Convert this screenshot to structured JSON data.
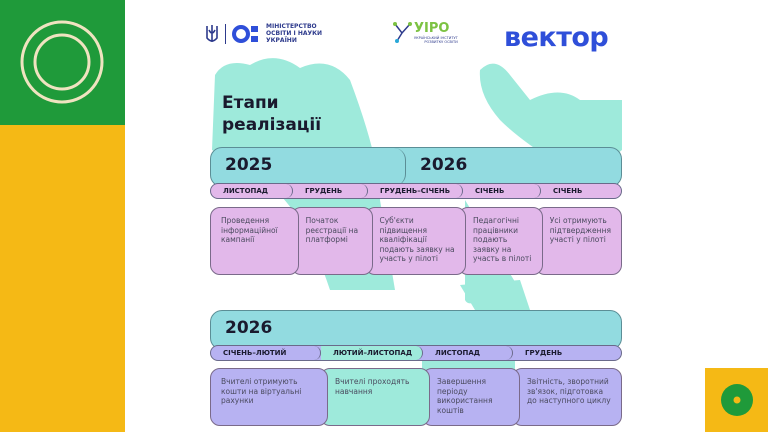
{
  "header": {
    "ministry": [
      "МІНІСТЕРСТВО",
      "ОСВІТИ І НАУКИ",
      "УКРАЇНИ"
    ],
    "uipo": "УІРО",
    "uipo_sub": [
      "УКРАЇНСЬКИЙ ІНСТИТУТ",
      "РОЗВИТКУ ОСВІТИ"
    ],
    "vektor": "вектор"
  },
  "title": "Етапи реалізації",
  "row1": {
    "years": [
      "2025",
      "2026"
    ],
    "months": [
      "ЛИСТОПАД",
      "ГРУДЕНЬ",
      "ГРУДЕНЬ–СІЧЕНЬ",
      "СІЧЕНЬ",
      "СІЧЕНЬ"
    ],
    "cards": [
      "Проведення інформаційної кампанії",
      "Початок реєстрації на платформі",
      "Суб'єкти підвищення кваліфікації подають заявку на участь у пілоті",
      "Педагогічні працівники подають заявку на участь в пілоті",
      "Усі отримують підтвердження участі у пілоті"
    ]
  },
  "row2": {
    "year": "2026",
    "months": [
      "СІЧЕНЬ–ЛЮТИЙ",
      "ЛЮТИЙ–ЛИСТОПАД",
      "ЛИСТОПАД",
      "ГРУДЕНЬ"
    ],
    "cards": [
      "Вчителі отримують кошти на віртуальні рахунки",
      "Вчителі проходять навчання",
      "Завершення періоду використання коштів",
      "Звітність, зворотний зв'язок, підготовка до наступного циклу"
    ]
  },
  "colors": {
    "green": "#1f9a3a",
    "yellow": "#f5b915",
    "teal": "#92dbe0",
    "pink": "#e2b8ea",
    "lavender": "#b7b2f2",
    "mint": "#9eeadb"
  }
}
